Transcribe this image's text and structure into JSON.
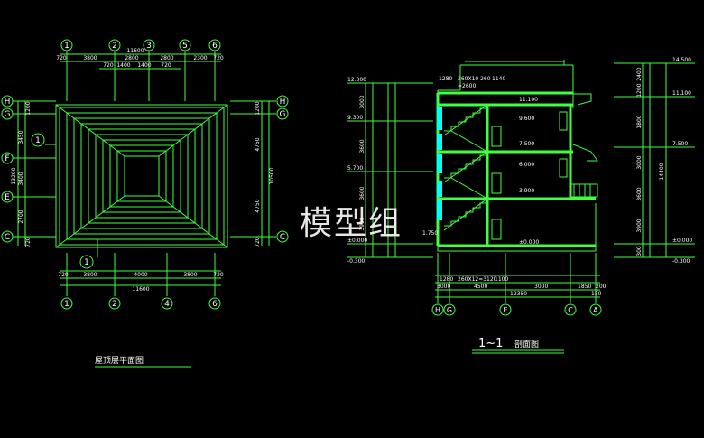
{
  "plan": {
    "title": "屋顶层平面图",
    "axes_top": [
      "1",
      "2",
      "3",
      "5",
      "6"
    ],
    "axes_bottom": [
      "1",
      "2",
      "4",
      "6"
    ],
    "axes_left": [
      "H",
      "G",
      "F",
      "E",
      "C"
    ],
    "axes_right": [
      "H",
      "G",
      "C"
    ],
    "dim_total_top": "11600",
    "dim_top_row": [
      "720",
      "3800",
      "2800",
      "2800",
      "2300",
      "720"
    ],
    "dim_top_inner": [
      "720",
      "1400",
      "1400",
      "720"
    ],
    "dim_bottom_row": [
      "720",
      "3800",
      "4000",
      "3800",
      "720"
    ],
    "dim_total_bottom": "11600",
    "dim_left": [
      "1200",
      "3450",
      "3400",
      "2700",
      "720"
    ],
    "dim_left_total": "13200",
    "dim_right": [
      "1200",
      "4750",
      "4750",
      "720"
    ],
    "dim_right_total": "10500",
    "section_marks": [
      "1",
      "1"
    ]
  },
  "section": {
    "title_main": "1~1",
    "title_sub": "剖面图",
    "elevations_left": [
      "12.300",
      "9.300",
      "5.700",
      "±0.000",
      "-0.300"
    ],
    "elevations_right": [
      "14.500",
      "11.100",
      "7.500",
      "±0.000",
      "-0.300"
    ],
    "floor_levels": [
      "11.100",
      "9.600",
      "7.500",
      "6.000",
      "3.900",
      "±0.000"
    ],
    "dim_left_col": [
      "3000",
      "3600",
      "3600",
      "3900"
    ],
    "dim_right_col": [
      "2400",
      "1200",
      "1800",
      "3000",
      "3600",
      "3900",
      "300"
    ],
    "dim_right_total": "14400",
    "stair_top_label": "260X10  260",
    "stair_note": "=2600",
    "top_dims": [
      "1280",
      "1140"
    ],
    "bottom_dims_row1": [
      "1280",
      "260X12=3120",
      "1100"
    ],
    "bottom_dims_row2": [
      "3000",
      "4500",
      "3000",
      "1850",
      "200"
    ],
    "bottom_total": "12350",
    "bottom_small": "150",
    "axes": [
      "H",
      "G",
      "E",
      "C",
      "A"
    ],
    "left_small": "1.750"
  },
  "watermark": "模型组",
  "colors": {
    "background": "#000000",
    "lines": "#3fff3f",
    "text": "#ffffff",
    "accent": "#00ffff"
  }
}
